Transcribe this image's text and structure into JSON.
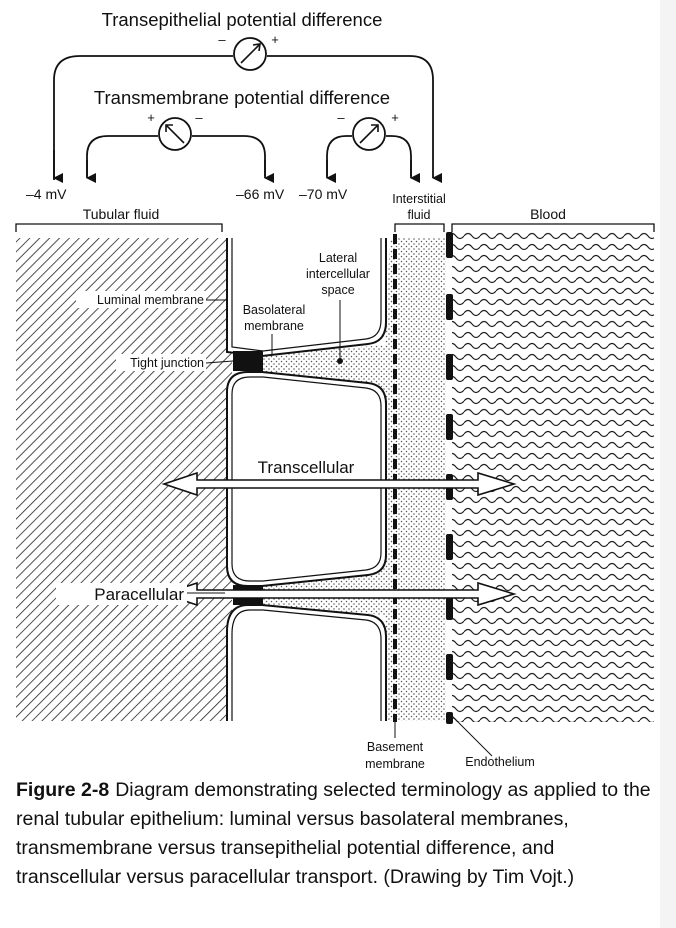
{
  "labels": {
    "transepithelial": "Transepithelial potential difference",
    "transmembrane": "Transmembrane potential difference",
    "plus": "+",
    "minus": "–",
    "v_lumen": "–4 mV",
    "v_cell_a": "–66 mV",
    "v_cell_b": "–70 mV",
    "tubular_fluid": "Tubular fluid",
    "interstitial_1": "Interstitial",
    "interstitial_2": "fluid",
    "blood": "Blood",
    "luminal_membrane": "Luminal membrane",
    "basolateral_1": "Basolateral",
    "basolateral_2": "membrane",
    "lateral_1": "Lateral",
    "lateral_2": "intercellular",
    "lateral_3": "space",
    "tight_junction": "Tight junction",
    "transcellular": "Transcellular",
    "paracellular": "Paracellular",
    "basement_1": "Basement",
    "basement_2": "membrane",
    "endothelium": "Endothelium"
  },
  "caption": {
    "figure_number": "Figure 2-8",
    "text": "Diagram demonstrating selected terminology as applied to the renal tubular epithelium: luminal versus basolateral membranes, transmembrane versus transepithelial potential difference, and transcellular versus paracellular transport. (Drawing by Tim Vojt.)"
  }
}
